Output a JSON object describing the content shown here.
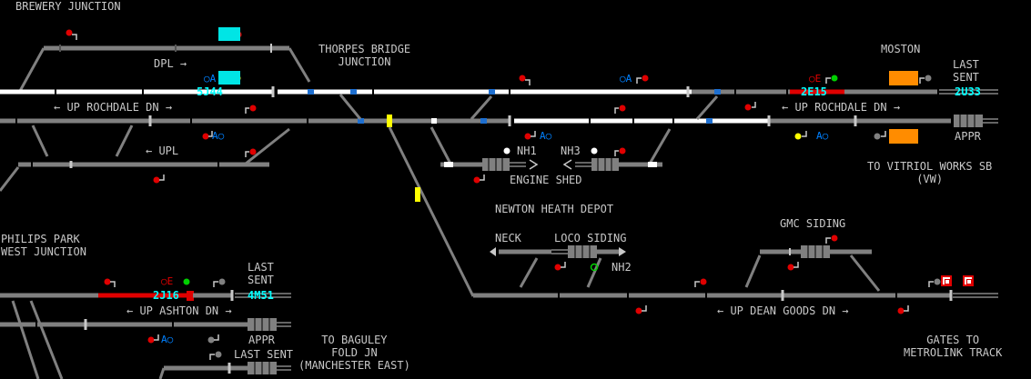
{
  "labels": {
    "brewery_junction": "BREWERY JUNCTION",
    "thorpes_bridge": "THORPES BRIDGE\nJUNCTION",
    "moston": "MOSTON",
    "last_sent_top": "LAST\nSENT",
    "last_sent_mid": "LAST\nSENT",
    "last_sent_bottom": "LAST SENT",
    "appr_right": "APPR",
    "appr_left": "APPR",
    "to_vitriol": "TO VITRIOL WORKS SB\n(VW)",
    "philips_park": "PHILIPS PARK\nWEST JUNCTION",
    "newton_heath": "NEWTON HEATH DEPOT",
    "engine_shed": "ENGINE SHED",
    "gmc_siding": "GMC SIDING",
    "neck": "NECK",
    "loco_siding": "LOCO SIDING",
    "to_baguley": "TO BAGULEY\nFOLD JN\n(MANCHESTER EAST)",
    "gates_metrolink": "GATES TO\nMETROLINK TRACK",
    "nh1": "NH1",
    "nh2": "NH2",
    "nh3": "NH3"
  },
  "line_labels": {
    "dpl": "DPL →",
    "up_rochdale_dn_left": "← UP ROCHDALE DN →",
    "up_rochdale_dn_right": "← UP ROCHDALE DN →",
    "upl": "← UPL",
    "up_ashton_dn": "← UP ASHTON DN →",
    "up_dean_goods_dn": "← UP DEAN GOODS DN →"
  },
  "headcodes": {
    "h1": "5J44",
    "h2": "2E15",
    "h3": "2U33",
    "h4": "2J16",
    "h5": "4M51"
  },
  "indicators": {
    "auto_label": "A○",
    "oa_label": "○A",
    "e_label": "○E"
  },
  "colors": {
    "track_idle": "#808080",
    "track_set": "#ffffff",
    "track_occupied": "#e00000",
    "signal_red": "#e00000",
    "signal_green": "#00d000",
    "signal_yellow": "#ffff00",
    "auto_blue": "#0080ff",
    "headcode_cyan": "#00ffff",
    "ts_blue": "#1e6fd0",
    "cyan_box": "#00e5e5",
    "orange": "#ff8c00",
    "text": "#c8c8c8"
  }
}
